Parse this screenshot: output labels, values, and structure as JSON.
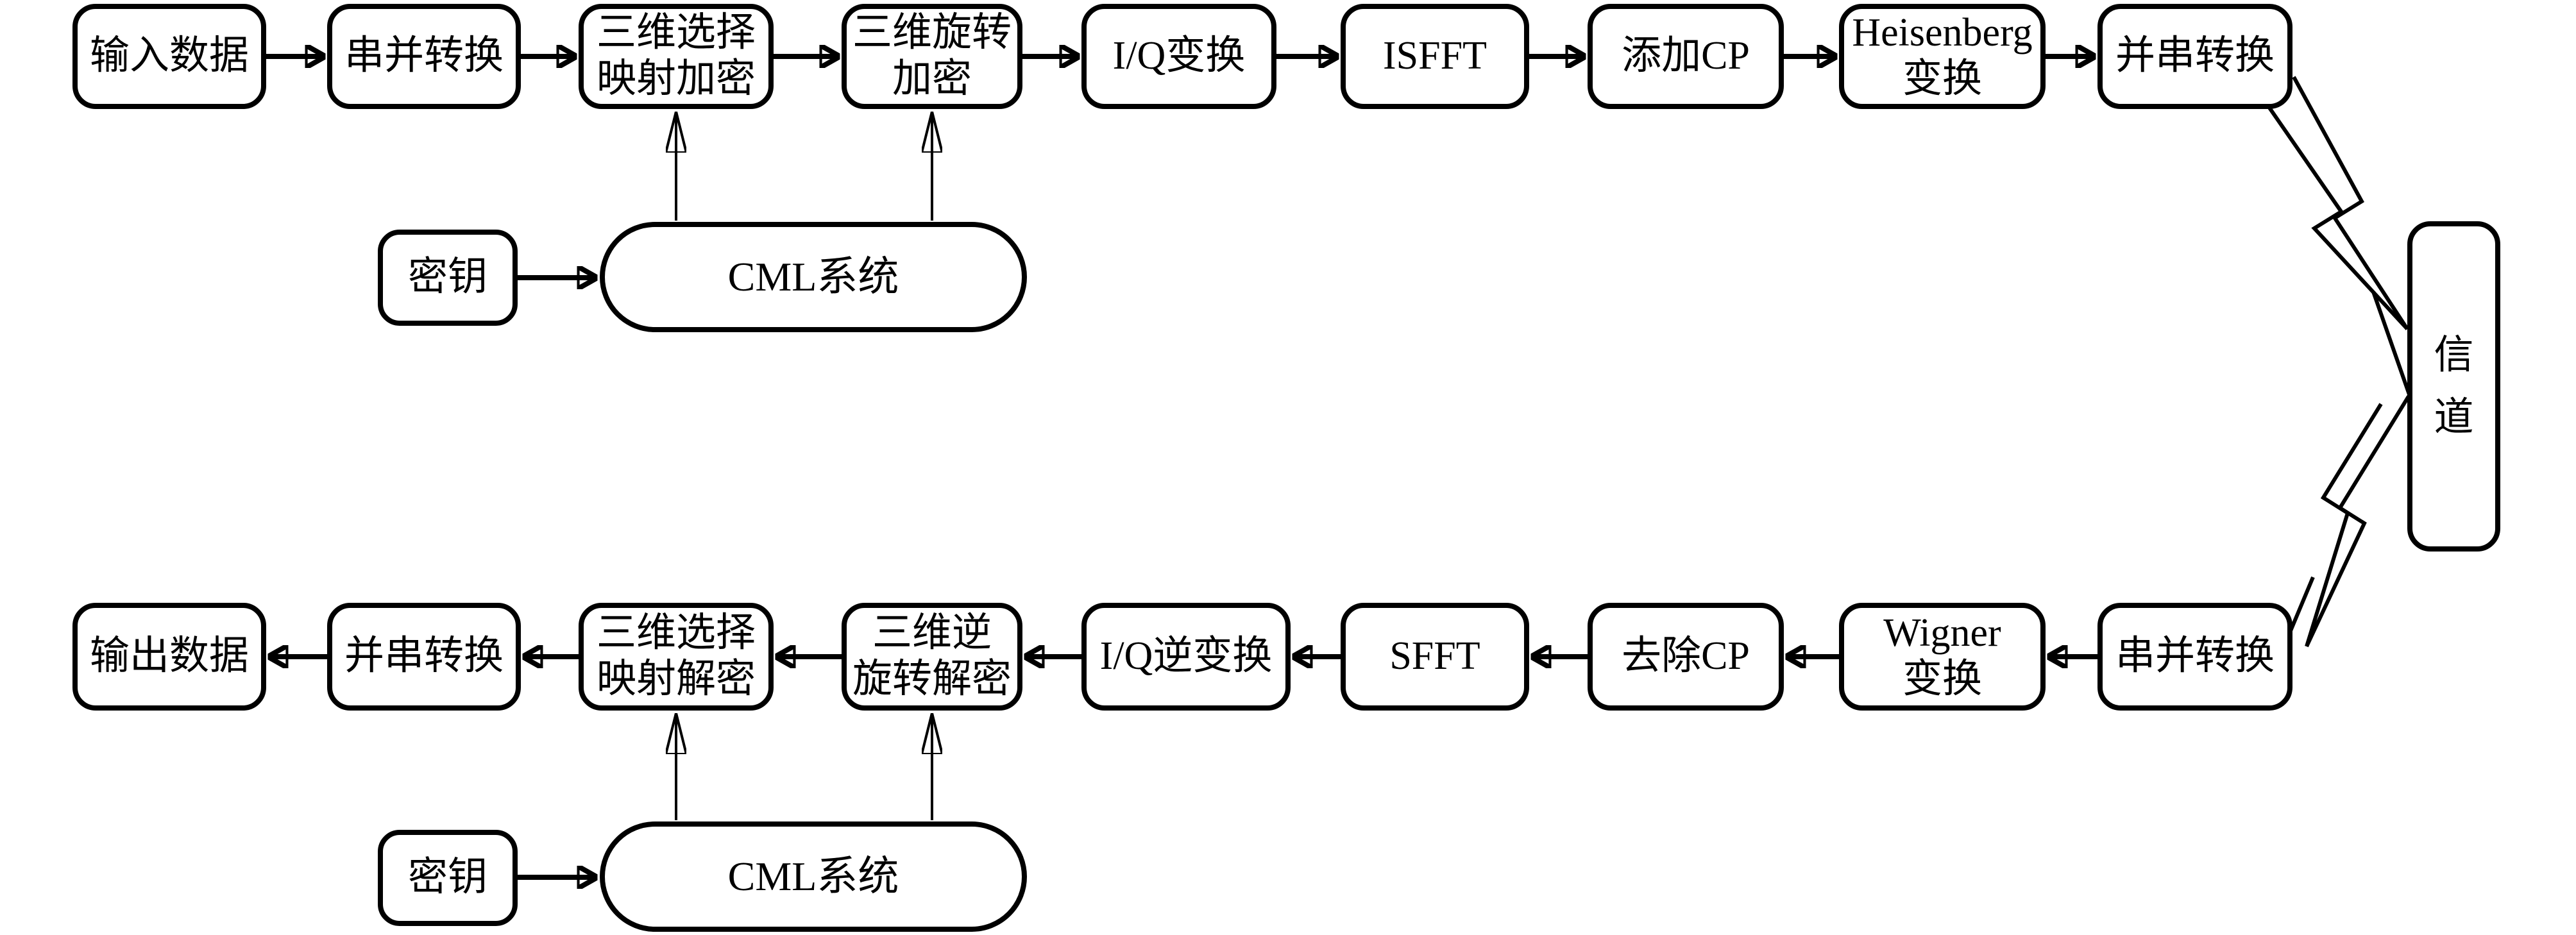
{
  "colors": {
    "ink": "#000000",
    "paper": "#ffffff"
  },
  "transmitter": {
    "chain": [
      {
        "label": "输入数据"
      },
      {
        "label": "串并转换"
      },
      {
        "label": "三维选择\n映射加密"
      },
      {
        "label": "三维旋转\n加密"
      },
      {
        "label": "I/Q变换"
      },
      {
        "label": "ISFFT"
      },
      {
        "label": "添加CP"
      },
      {
        "label": "Heisenberg\n变换"
      },
      {
        "label": "并串转换"
      }
    ],
    "key": {
      "label": "密钥"
    },
    "cml": {
      "label": "CML系统"
    }
  },
  "channel": {
    "label": "信\n道"
  },
  "receiver": {
    "chain": [
      {
        "label": "输出数据"
      },
      {
        "label": "并串转换"
      },
      {
        "label": "三维选择\n映射解密"
      },
      {
        "label": "三维逆\n旋转解密"
      },
      {
        "label": "I/Q逆变换"
      },
      {
        "label": "SFFT"
      },
      {
        "label": "去除CP"
      },
      {
        "label": "Wigner\n变换"
      },
      {
        "label": "串并转换"
      }
    ],
    "key": {
      "label": "密钥"
    },
    "cml": {
      "label": "CML系统"
    }
  }
}
